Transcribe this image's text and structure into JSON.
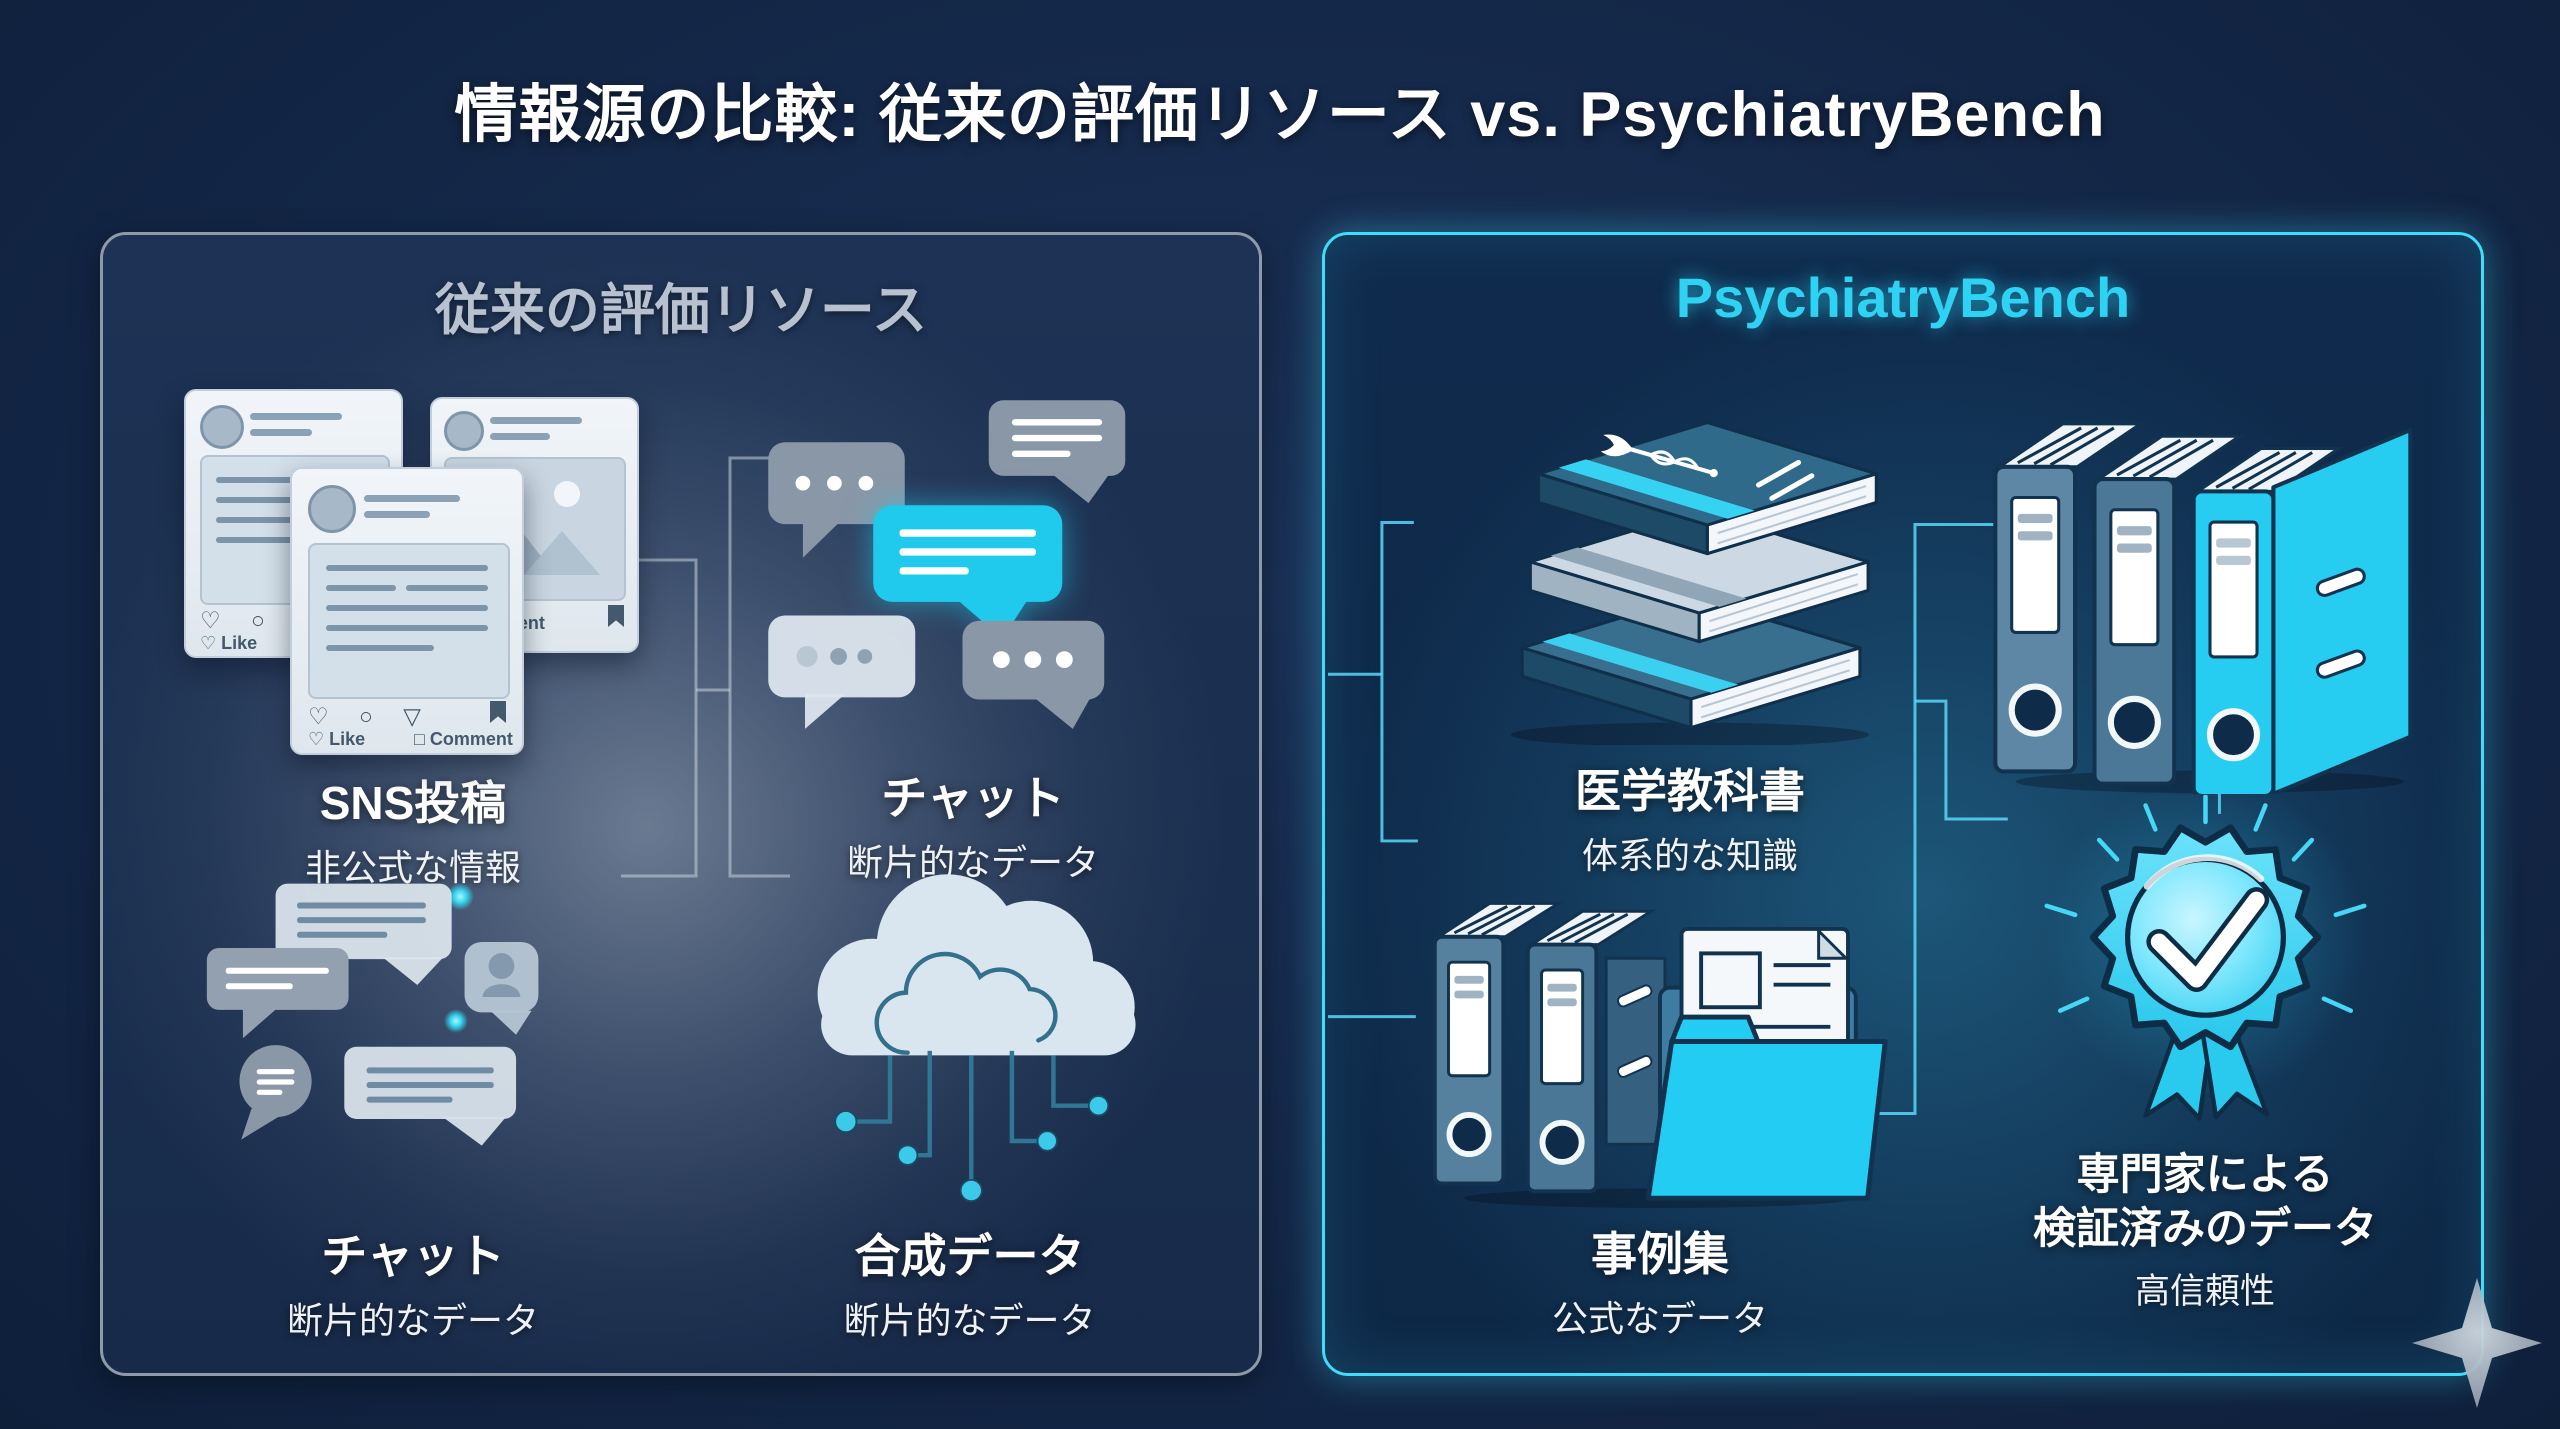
{
  "title": "情報源の比較: 従来の評価リソース vs. PsychiatryBench",
  "left_panel": {
    "title": "従来の評価リソース",
    "items": [
      {
        "label": "SNS投稿",
        "sub": "非公式な情報"
      },
      {
        "label": "チャット",
        "sub": "断片的なデータ"
      },
      {
        "label": "チャット",
        "sub": "断片的なデータ"
      },
      {
        "label": "合成データ",
        "sub": "断片的なデータ"
      }
    ],
    "sns_card": {
      "action_icons": "♡ ○ ▽",
      "like": "Like",
      "comment": "Comment"
    }
  },
  "right_panel": {
    "title": "PsychiatryBench",
    "items": [
      {
        "label": "医学教科書",
        "sub": "体系的な知識"
      },
      {
        "label": "",
        "sub": ""
      },
      {
        "label": "事例集",
        "sub": "公式なデータ"
      },
      {
        "label_line1": "専門家による",
        "label_line2": "検証済みのデータ",
        "sub": "高信頼性"
      }
    ]
  },
  "icons": {
    "sns-cards-icon": "overlapping social media post cards",
    "chat-bubbles-icon": "speech bubbles with dots and text lines",
    "chat-bubbles-avatar-icon": "speech bubbles with user avatar",
    "synthetic-cloud-icon": "cloud with circuit lines and cyan nodes",
    "medical-books-icon": "stack of medical textbooks with caduceus",
    "binders-icon": "three ring binders",
    "case-folder-icon": "binders with open folder and document",
    "verified-badge-icon": "rosette badge with checkmark and rays",
    "sparkle-icon": "four-point star sparkle",
    "heart-glyph": "♡",
    "comment-glyph": "□",
    "share-glyph": "▽",
    "bookmark-glyph": "filled bookmark ribbon"
  },
  "colors": {
    "background": "#13284a",
    "accent_cyan": "#2ed2f2",
    "panel_border_left": "#8f9aa9",
    "panel_border_right": "#41dcfb",
    "title_text": "#ffffff",
    "left_title_text": "#b7c1cf",
    "bubble_gray": "#8a97a7",
    "bubble_light": "#dde6ee",
    "steel_blue": "#5d87a4",
    "deep_navy_outline": "#0f2f4a"
  }
}
